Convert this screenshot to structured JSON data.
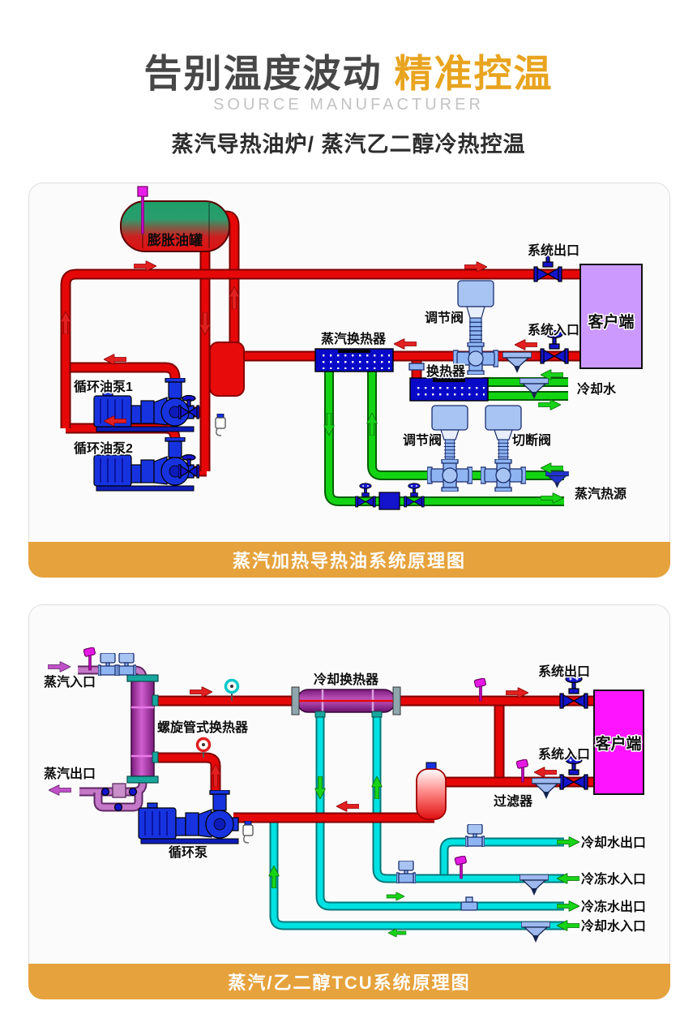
{
  "header": {
    "title_dark": "告别温度波动",
    "title_accent": "精准控温",
    "subtitle_en": "SOURCE MANUFACTURER",
    "subtitle_cn": "蒸汽导热油炉/ 蒸汽乙二醇冷热控温"
  },
  "diagram1": {
    "caption": "蒸汽加热导热油系统原理图",
    "labels": {
      "expansion_tank": "膨胀油罐",
      "pump1": "循环油泵1",
      "pump2": "循环油泵2",
      "steam_hx": "蒸汽换热器",
      "hx": "换热器",
      "reg_valve_top": "调节阀",
      "system_outlet": "系统出口",
      "system_inlet": "系统入口",
      "client": "客户端",
      "cooling_water": "冷却水",
      "reg_valve": "调节阀",
      "cutoff_valve": "切断阀",
      "steam_source": "蒸汽热源"
    }
  },
  "diagram2": {
    "caption": "蒸汽/乙二醇TCU系统原理图",
    "labels": {
      "steam_inlet": "蒸汽入口",
      "spiral_hx": "螺旋管式换热器",
      "steam_outlet": "蒸汽出口",
      "cooling_hx": "冷却换热器",
      "system_outlet": "系统出口",
      "client": "客户端",
      "system_inlet": "系统入口",
      "filter": "过滤器",
      "pump": "循环泵",
      "cooling_water_outlet": "冷却水出口",
      "chilled_water_inlet": "冷冻水入口",
      "chilled_water_outlet": "冷冻水出口",
      "cooling_water_inlet": "冷却水入口"
    }
  },
  "colors": {
    "accent": "#E8A41F",
    "caption_bar": "#E6A23C",
    "pipe_red": "#E60808",
    "pipe_green": "#13D413",
    "pipe_cyan": "#00E2E2",
    "pipe_purple": "#C478C8",
    "client_box_1": "#CC99FF",
    "client_box_2": "#FF14FF"
  }
}
